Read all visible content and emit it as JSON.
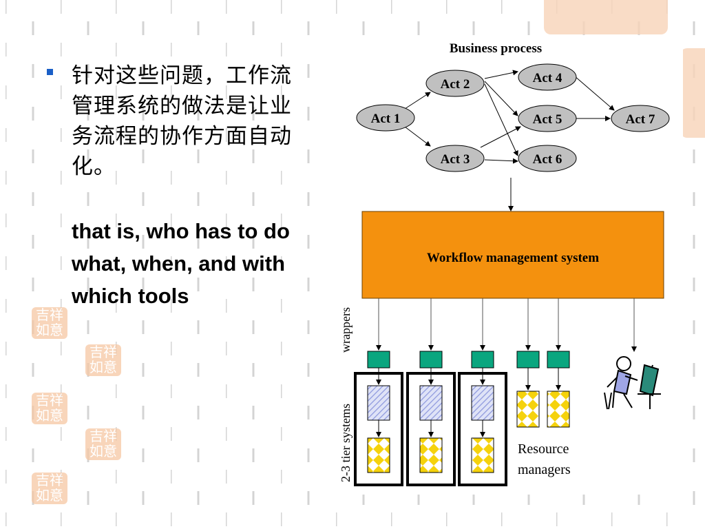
{
  "slide": {
    "bullet_zh": "针对这些问题，工作流管理系统的做法是让业务流程的协作方面自动化。",
    "bullet_en": "that is, who has to do what, when, and with which tools"
  },
  "diagram": {
    "business_process_title": "Business process",
    "activities": {
      "act1": "Act 1",
      "act2": "Act 2",
      "act3": "Act 3",
      "act4": "Act 4",
      "act5": "Act 5",
      "act6": "Act 6",
      "act7": "Act 7"
    },
    "wfms_label": "Workflow management system",
    "wrappers_label": "wrappers",
    "tier_label": "2-3 tier systems",
    "resource_managers_line1": "Resource",
    "resource_managers_line2": "managers"
  },
  "decorations": {
    "seal_glyphs": "吉祥如意"
  },
  "colors": {
    "activity_fill": "#c0c0c0",
    "wfms_fill": "#f4910e",
    "wrapper_fill": "#0aa67f",
    "hatch_fill": "#aab3e6",
    "diamond_fill": "#f5d20c",
    "bullet": "#1a5fc7",
    "seal": "#f6c7a4"
  }
}
